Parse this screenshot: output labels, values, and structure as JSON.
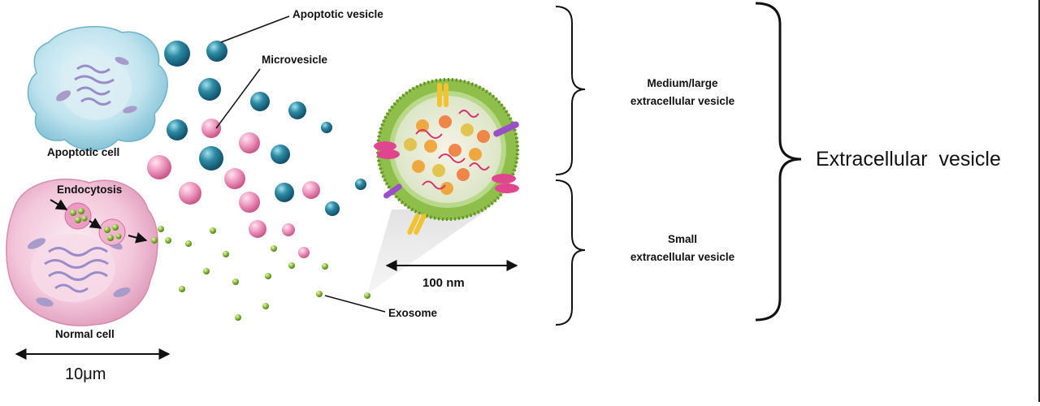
{
  "labels": {
    "apoptotic_vesicle": "Apoptotic vesicle",
    "microvesicle": "Microvesicle",
    "apoptotic_cell": "Apoptotic cell",
    "endocytosis": "Endocytosis",
    "normal_cell": "Normal cell",
    "scale_cell": "10μm",
    "scale_exosome": "100 nm",
    "exosome": "Exosome",
    "medium_large_line1": "Medium/large",
    "medium_large_line2": "extracellular vesicle",
    "small_line1": "Small",
    "small_line2": "extracellular vesicle",
    "extracellular_vesicle": "Extracellular  vesicle"
  },
  "colors": {
    "apoptotic_vesicle": "#2d8aa3",
    "microvesicle": "#e88ab4",
    "exosome": "#7fb23a",
    "apoptotic_cell": "#a9dbe9",
    "normal_cell": "#f4c3d8",
    "organelle": "#9a8cc8"
  }
}
